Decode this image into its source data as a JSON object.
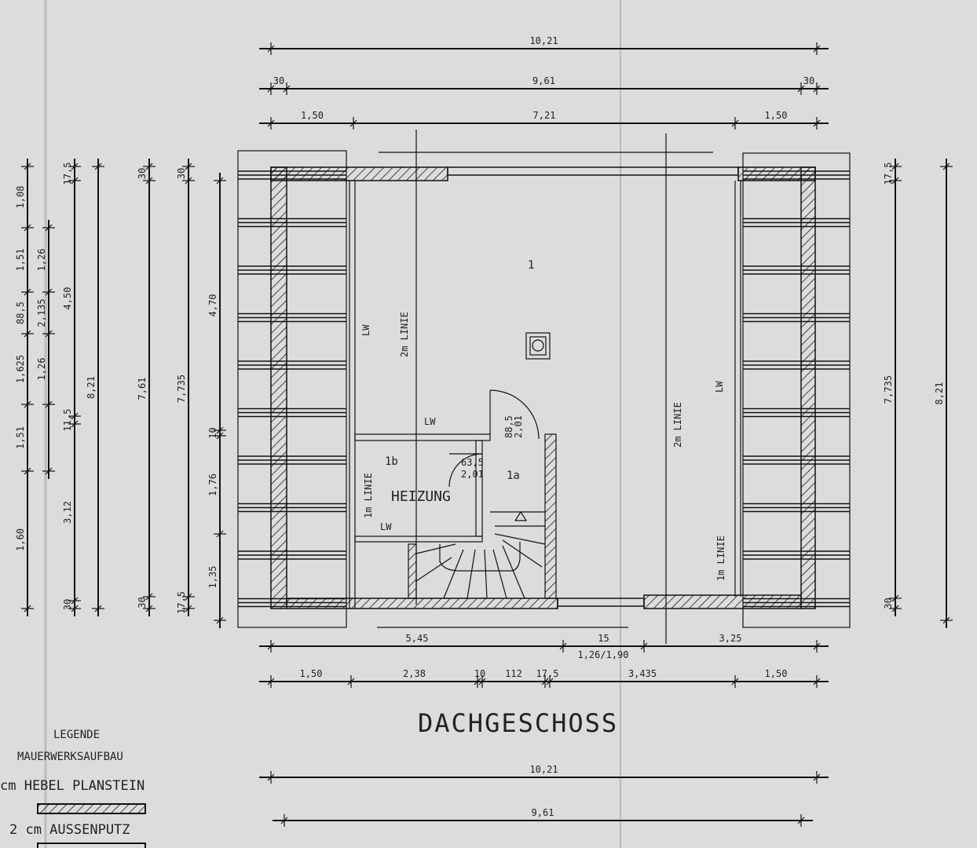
{
  "title": "DACHGESCHOSS",
  "rooms": {
    "room_1": "1",
    "room_1a": "1a",
    "room_1b": "1b",
    "heizung": "HEIZUNG",
    "lw": "LW",
    "line_2m": "2m LINIE",
    "line_1m": "1m LINIE",
    "door_1_w": "88,5",
    "door_1_h": "2,01",
    "door_2_w": "63,5",
    "door_2_h": "2,01"
  },
  "dims_top": {
    "overall": "10,21",
    "row2": [
      "30",
      "9,61",
      "30"
    ],
    "row3": [
      "1,50",
      "7,21",
      "1,50"
    ]
  },
  "dims_bottom": {
    "row1": [
      "5,45",
      "15",
      "1,26/1,90",
      "3,25"
    ],
    "row2": [
      "1,50",
      "2,38",
      "10",
      "112",
      "17,5",
      "3,435",
      "1,50"
    ],
    "overall": "10,21",
    "inner": "9,61"
  },
  "dims_left": {
    "col1": [
      "1,08",
      "1,51",
      "88,5",
      "1,625",
      "1,51",
      "1,60"
    ],
    "col2": [
      "1,26",
      "2,135",
      "1,26"
    ],
    "col3": [
      "17,5",
      "4,50",
      "11,5",
      "3,12",
      "30"
    ],
    "col4": [
      "8,21"
    ],
    "col5": [
      "30",
      "7,61",
      "30"
    ],
    "col6": [
      "30",
      "7,735",
      "17,5"
    ],
    "col7": [
      "4,70",
      "10",
      "1,76",
      "1,35"
    ]
  },
  "dims_right": {
    "col1": [
      "17,5",
      "7,735",
      "30"
    ],
    "col2": [
      "8,21"
    ]
  },
  "legend": {
    "title": "LEGENDE",
    "subtitle": "MAUERWERKSAUFBAU",
    "item1": "cm HEBEL PLANSTEIN",
    "item2": "2 cm AUSSENPUTZ"
  },
  "colors": {
    "paper": "#dcdcdc",
    "ink": "#111111"
  }
}
